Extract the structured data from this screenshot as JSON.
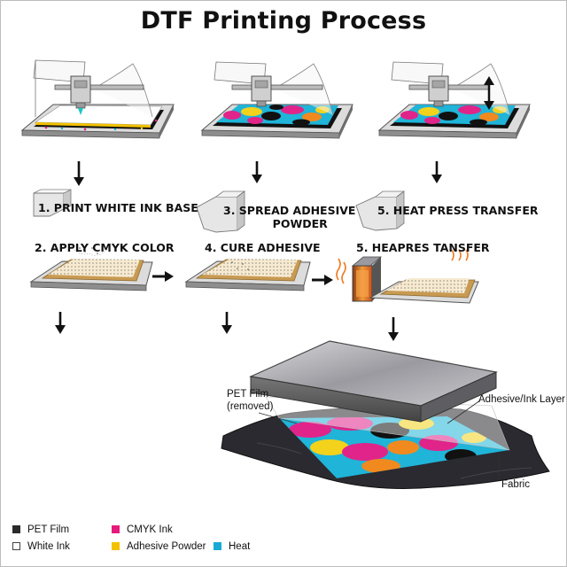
{
  "title": "DTF Printing Process",
  "steps": {
    "s1": "1. PRINT WHITE INK BASE",
    "s2": "2.  APPLY CMYK COLOR",
    "s3_line1": "3. SPREAD ADHESIVE",
    "s3_line2": "POWDER",
    "s4": "4. CURE ADHESIVE",
    "s5a": "5. HEAT PRESS TRANSFER",
    "s5b": "5. HEAPRES TANSFER"
  },
  "callouts": {
    "pet_film_line1": "PET Film",
    "pet_film_line2": "(removed)",
    "adhesive_ink_layer": "Adhesive/Ink Layer",
    "fabric": "Fabric"
  },
  "legend": [
    {
      "label": "PET Film",
      "color": "#2b2b2b"
    },
    {
      "label": "White Ink",
      "color": "#ffffff"
    },
    {
      "label": "CMYK Ink",
      "color": "#e6197d"
    },
    {
      "label": "Adhesive Powder",
      "color": "#f2c200"
    },
    {
      "label": "Heat",
      "color": "#19a9d6"
    }
  ],
  "colors": {
    "cyan": "#1fb4d8",
    "magenta": "#e0248a",
    "yellow": "#f3d21c",
    "orange": "#f08a1f",
    "black": "#1a1a1a",
    "fabric": "#2a2a30",
    "heat_orange": "#f07a22"
  }
}
